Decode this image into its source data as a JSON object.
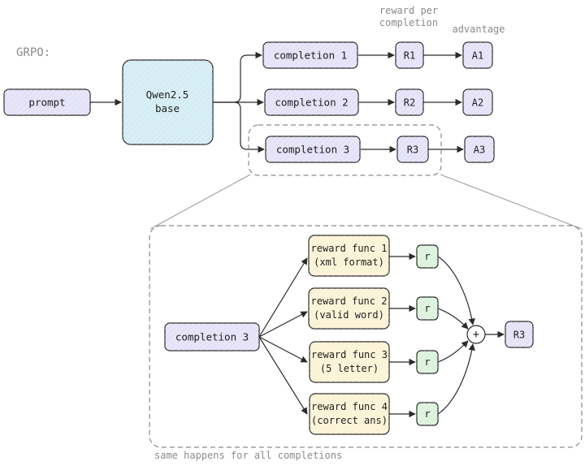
{
  "title": "GRPO:",
  "header": {
    "reward_line1": "reward per",
    "reward_line2": "completion",
    "advantage": "advantage"
  },
  "nodes": {
    "prompt": "prompt",
    "model_line1": "Qwen2.5",
    "model_line2": "base",
    "completion_1": "completion 1",
    "completion_2": "completion 2",
    "completion_3": "completion 3",
    "r1": "R1",
    "r2": "R2",
    "r3": "R3",
    "a1": "A1",
    "a2": "A2",
    "a3": "A3"
  },
  "detail": {
    "completion": "completion 3",
    "funcs": [
      {
        "line1": "reward func 1",
        "line2": "(xml format)"
      },
      {
        "line1": "reward func 2",
        "line2": "(valid word)"
      },
      {
        "line1": "reward func 3",
        "line2": "(5 letter)"
      },
      {
        "line1": "reward func 4",
        "line2": "(correct ans)"
      }
    ],
    "r_label": "r",
    "plus": "+",
    "total": "R3",
    "caption": "same happens for all completions"
  },
  "colors": {
    "purple_fill": "#e4e2f7",
    "blue_fill": "#d4ecf4",
    "yellow_fill": "#fbf3d6",
    "green_fill": "#dcf2dc",
    "stroke": "#2b2b2b",
    "muted_text": "#8a8a8a"
  }
}
